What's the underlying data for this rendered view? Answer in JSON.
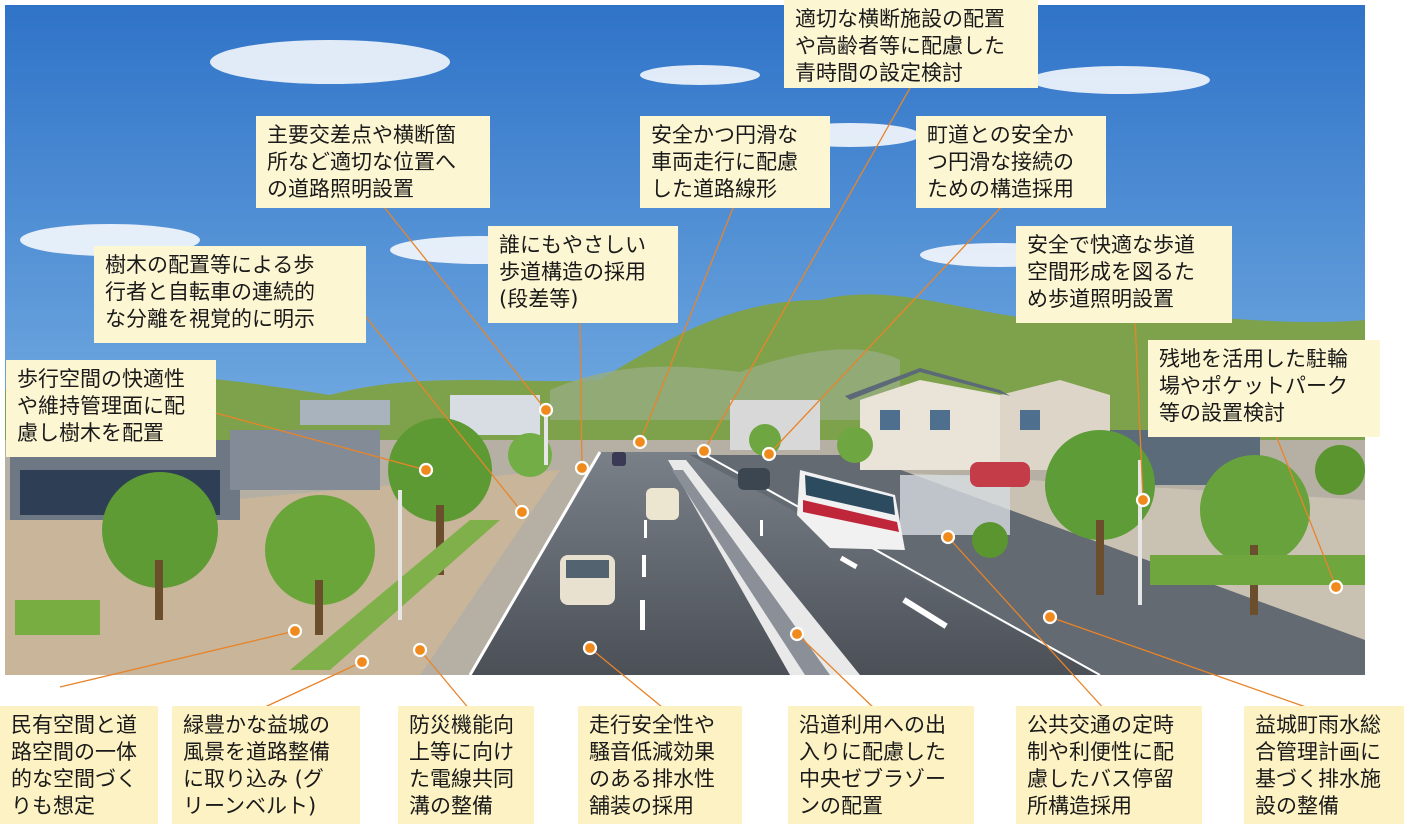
{
  "callouts": {
    "c1": "適切な横断施設の配置\nや高齢者等に配慮した\n青時間の設定検討",
    "c2": "主要交差点や横断箇\n所など適切な位置へ\nの道路照明設置",
    "c3": "安全かつ円滑な\n車両走行に配慮\nした道路線形",
    "c4": "町道との安全か\nつ円滑な接続の\nための構造採用",
    "c5": "誰にもやさしい\n歩道構造の採用\n(段差等)",
    "c6": "樹木の配置等による歩\n行者と自転車の連続的\nな分離を視覚的に明示",
    "c7": "安全で快適な歩道\n空間形成を図るた\nめ歩道照明設置",
    "c8": "歩行空間の快適性\nや維持管理面に配\n慮し樹木を配置",
    "c9": "残地を活用した駐輪\n場やポケットパーク\n等の設置検討",
    "b1": "民有空間と道\n路空間の一体\n的な空間づく\nりも想定",
    "b2": "緑豊かな益城の\n風景を道路整備\nに取り込み (グ\nリーンベルト)",
    "b3": "防災機能向\n上等に向け\nた電線共同\n溝の整備",
    "b4": "走行安全性や\n騒音低減効果\nのある排水性\n舗装の採用",
    "b5": "沿道利用への出\n入りに配慮した\n中央ゼブラゾー\nンの配置",
    "b6": "公共交通の定時\n制や利便性に配\n慮したバス停留\n所構造採用",
    "b7": "益城町雨水総\n合管理計画に\n基づく排水施\n設の整備"
  },
  "colors": {
    "sky": "#3f86d6",
    "callout_bg": "#fdf6d3",
    "leader": "#e8842a",
    "marker": "#f08a1c",
    "road": "#5a6068",
    "bus_stripe": "#c0263a"
  }
}
